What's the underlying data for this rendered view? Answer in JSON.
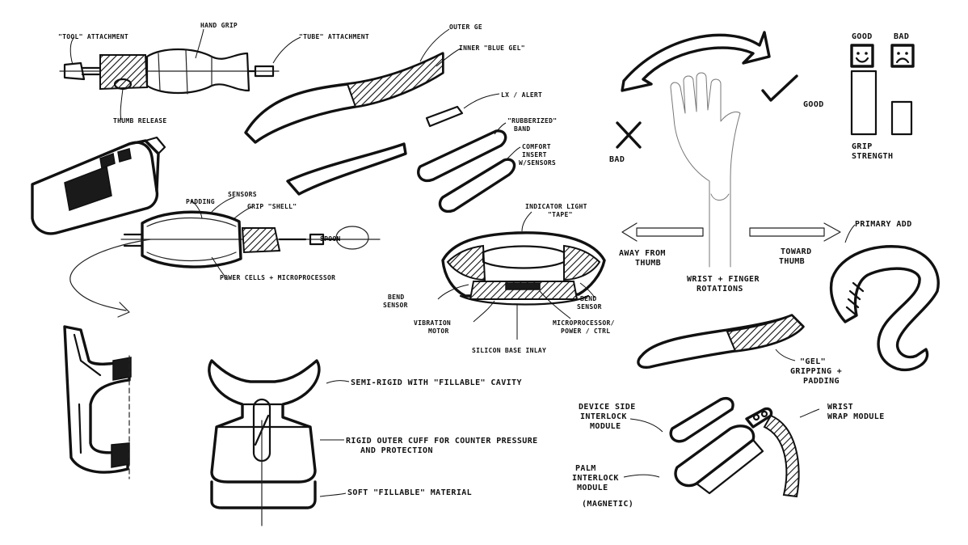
{
  "labels": {
    "tool_attachment": "\"TOOL\" ATTACHMENT",
    "hand_grip": "HAND GRIP",
    "tube_attachment": "\"TUBE\" ATTACHMENT",
    "thumb_release": "THUMB RELEASE",
    "outer_gel": "OUTER GE",
    "inner_blue_gel": "INNER \"BLUE GEL\"",
    "lx_alert": "LX / ALERT",
    "rubberized_band_1": "\"RUBBERIZED\"",
    "rubberized_band_2": "BAND",
    "comfort_insert_1": "COMFORT",
    "comfort_insert_2": "INSERT",
    "comfort_insert_3": "W/SENSORS",
    "padding": "PADDING",
    "sensors": "SENSORS",
    "grip_shell": "GRIP \"SHELL\"",
    "spoon": "SPOON",
    "power_cells": "POWER CELLS + MICROPROCESSOR",
    "indicator_light_1": "INDICATOR LIGHT",
    "indicator_light_2": "\"TAPE\"",
    "bend_sensor_left_1": "BEND",
    "bend_sensor_left_2": "SENSOR",
    "bend_sensor_right_1": "BEND",
    "bend_sensor_right_2": "SENSOR",
    "vibration_motor_1": "VIBRATION",
    "vibration_motor_2": "MOTOR",
    "microprocessor_1": "MICROPROCESSOR/",
    "microprocessor_2": "POWER / CTRL",
    "silicon_base": "SILICON BASE INLAY",
    "bad_x": "BAD",
    "good_check": "GOOD",
    "away_from_thumb_1": "AWAY FROM",
    "away_from_thumb_2": "THUMB",
    "toward_thumb_1": "TOWARD",
    "toward_thumb_2": "THUMB",
    "wrist_finger_1": "WRIST + FINGER",
    "wrist_finger_2": "ROTATIONS",
    "grip_good": "GOOD",
    "grip_bad": "BAD",
    "grip_strength_1": "GRIP",
    "grip_strength_2": "STRENGTH",
    "primary_add": "PRIMARY ADD",
    "gel_1": "\"GEL\"",
    "gel_2": "GRIPPING +",
    "gel_3": "PADDING",
    "semi_rigid": "SEMI-RIGID WITH \"FILLABLE\" CAVITY",
    "rigid_cuff_1": "RIGID OUTER CUFF FOR  COUNTER PRESSURE",
    "rigid_cuff_2": "AND PROTECTION",
    "soft_fillable": "SOFT \"FILLABLE\" MATERIAL",
    "device_side_1": "DEVICE SIDE",
    "device_side_2": "INTERLOCK",
    "device_side_3": "MODULE",
    "wrist_wrap_1": "WRIST",
    "wrist_wrap_2": "WRAP MODULE",
    "palm_interlock_1": "PALM",
    "palm_interlock_2": "INTERLOCK",
    "palm_interlock_3": "MODULE",
    "palm_interlock_4": "(MAGNETIC)"
  },
  "colors": {
    "ink": "#111111",
    "pencil": "#777777",
    "paper": "#ffffff"
  }
}
